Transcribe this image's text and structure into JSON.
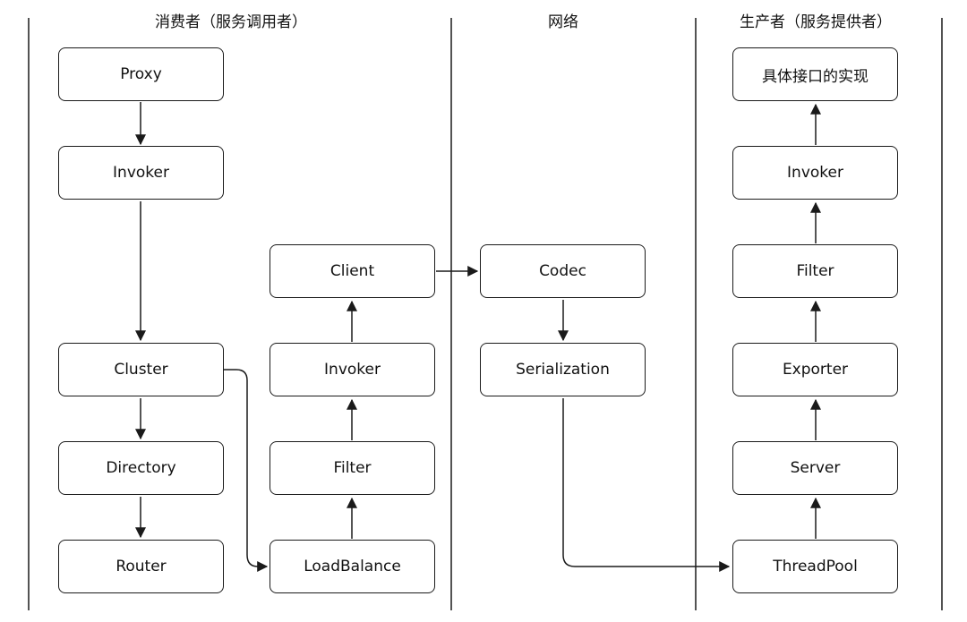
{
  "columns": {
    "consumer_title": "消费者（服务调用者）",
    "network_title": "网络",
    "provider_title": "生产者（服务提供者）"
  },
  "nodes": {
    "c_proxy": "Proxy",
    "c_invoker": "Invoker",
    "c_cluster": "Cluster",
    "c_directory": "Directory",
    "c_router": "Router",
    "m_client": "Client",
    "m_invoker": "Invoker",
    "m_filter": "Filter",
    "m_loadbalance": "LoadBalance",
    "n_codec": "Codec",
    "n_serialization": "Serialization",
    "p_impl": "具体接口的实现",
    "p_invoker": "Invoker",
    "p_filter": "Filter",
    "p_exporter": "Exporter",
    "p_server": "Server",
    "p_threadpool": "ThreadPool"
  },
  "colors": {
    "line": "#1a1a1a",
    "background": "#ffffff"
  }
}
